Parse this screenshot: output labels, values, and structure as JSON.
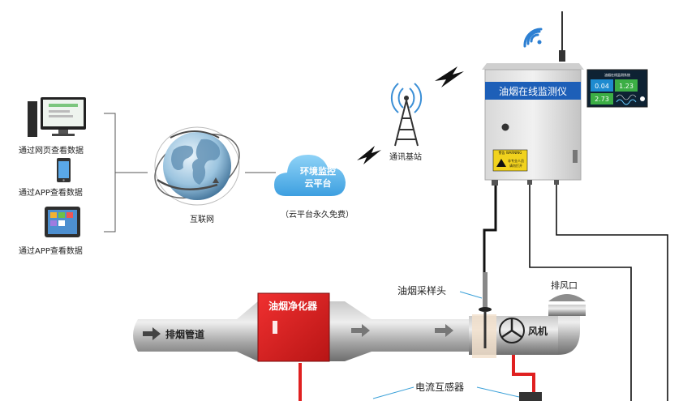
{
  "access": {
    "web": "通过网页查看数据",
    "app1": "通过APP查看数据",
    "app2": "通过APP查看数据"
  },
  "internet": {
    "label": "互联网"
  },
  "cloud": {
    "line1": "环境监控",
    "line2": "云平台",
    "note": "（云平台永久免费）"
  },
  "station": {
    "label": "通讯基站"
  },
  "monitor": {
    "title": "油烟在线监测仪",
    "warning_head": "警告 WARNING",
    "warning_text1": "非专业人员",
    "warning_text2": "请勿打开"
  },
  "display": {
    "header": "油烟在线监测系统",
    "value1": "0.04",
    "value2": "1.23",
    "value3": "2.73"
  },
  "pipe": {
    "exhaust_duct": "排烟管道",
    "purifier": "油烟净化器",
    "sampling_head": "油烟采样头",
    "fan": "风机",
    "outlet": "排风口",
    "current_transformer": "电流互感器"
  },
  "colors": {
    "pipe_gray": "#9a9a9a",
    "purifier_red": "#e02020",
    "monitor_blue": "#1d5fb8",
    "cloud_blue": "#5ab4ea",
    "display_teal": "#1e8bd0",
    "display_green": "#3cae45"
  }
}
